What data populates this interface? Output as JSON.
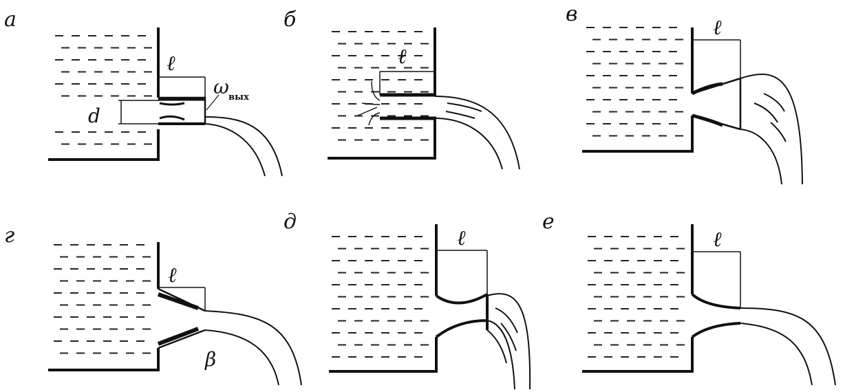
{
  "panels": [
    {
      "letter": "а",
      "length_label": "ℓ",
      "diameter_label": "d",
      "outlet_symbol": "ω",
      "outlet_subscript": "вых"
    },
    {
      "letter": "б",
      "length_label": "ℓ"
    },
    {
      "letter": "в",
      "length_label": "ℓ"
    },
    {
      "letter": "г",
      "length_label": "ℓ",
      "angle_label": "β"
    },
    {
      "letter": "д",
      "length_label": "ℓ"
    },
    {
      "letter": "е",
      "length_label": "ℓ"
    }
  ],
  "colors": {
    "ink": "#111111",
    "background": "#ffffff"
  }
}
